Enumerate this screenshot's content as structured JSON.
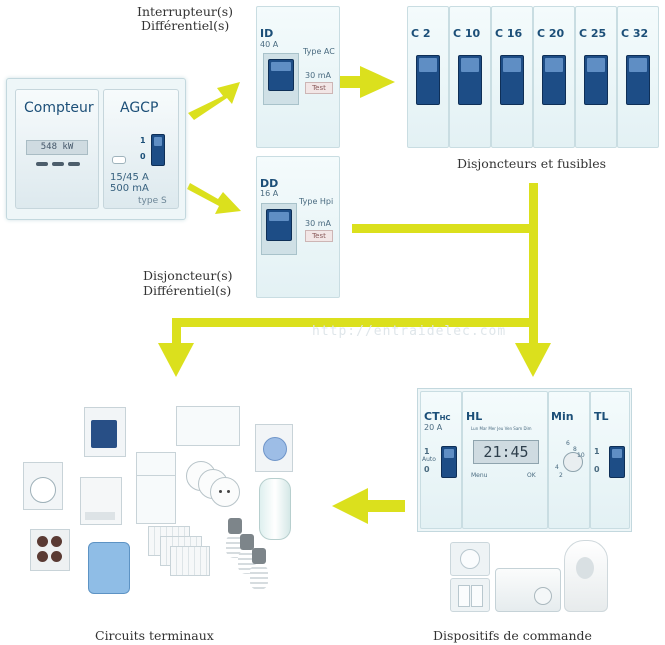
{
  "labels": {
    "interrupteurs": [
      "Interrupteur(s)",
      "Différentiel(s)"
    ],
    "disjoncteurs_diff": [
      "Disjoncteur(s)",
      "Différentiel(s)"
    ],
    "disjoncteurs_fusibles": "Disjoncteurs et fusibles",
    "circuits_terminaux": "Circuits terminaux",
    "dispositifs_commande": "Dispositifs de commande",
    "watermark": "http://entraidelec.com"
  },
  "compteur_panel": {
    "compteur_title": "Compteur",
    "compteur_display": "548 kW",
    "agcp_title": "AGCP",
    "agcp_rating_1": "15/45 A",
    "agcp_rating_2": "500 mA",
    "agcp_type": "type S",
    "switch_on": "1",
    "switch_off": "0"
  },
  "id_module": {
    "name": "ID",
    "rating": "40 A",
    "type": "Type AC",
    "sensitivity": "30 mA",
    "test": "Test"
  },
  "dd_module": {
    "name": "DD",
    "rating": "16 A",
    "type": "Type Hpi",
    "sensitivity": "30 mA",
    "test": "Test"
  },
  "breakers": [
    "C 2",
    "C 10",
    "C 16",
    "C 20",
    "C 25",
    "C 32"
  ],
  "control_modules": {
    "ct": {
      "name": "CT",
      "sub": "HC",
      "rating": "20 A",
      "on": "1",
      "auto": "Auto",
      "off": "0"
    },
    "hl": {
      "name": "HL",
      "display": "21:45",
      "menu": "Menu",
      "ok": "OK",
      "days": "Lun Mar Mer Jeu Ven Sam Dim"
    },
    "min": {
      "name": "Min",
      "dial": [
        "6",
        "8",
        "10",
        "4",
        "2"
      ]
    },
    "tl": {
      "name": "TL",
      "on": "1",
      "off": "0"
    }
  },
  "colors": {
    "arrow": "#dbe01d",
    "module_name": "#1c4f78",
    "toggle": "#1d4d86"
  }
}
